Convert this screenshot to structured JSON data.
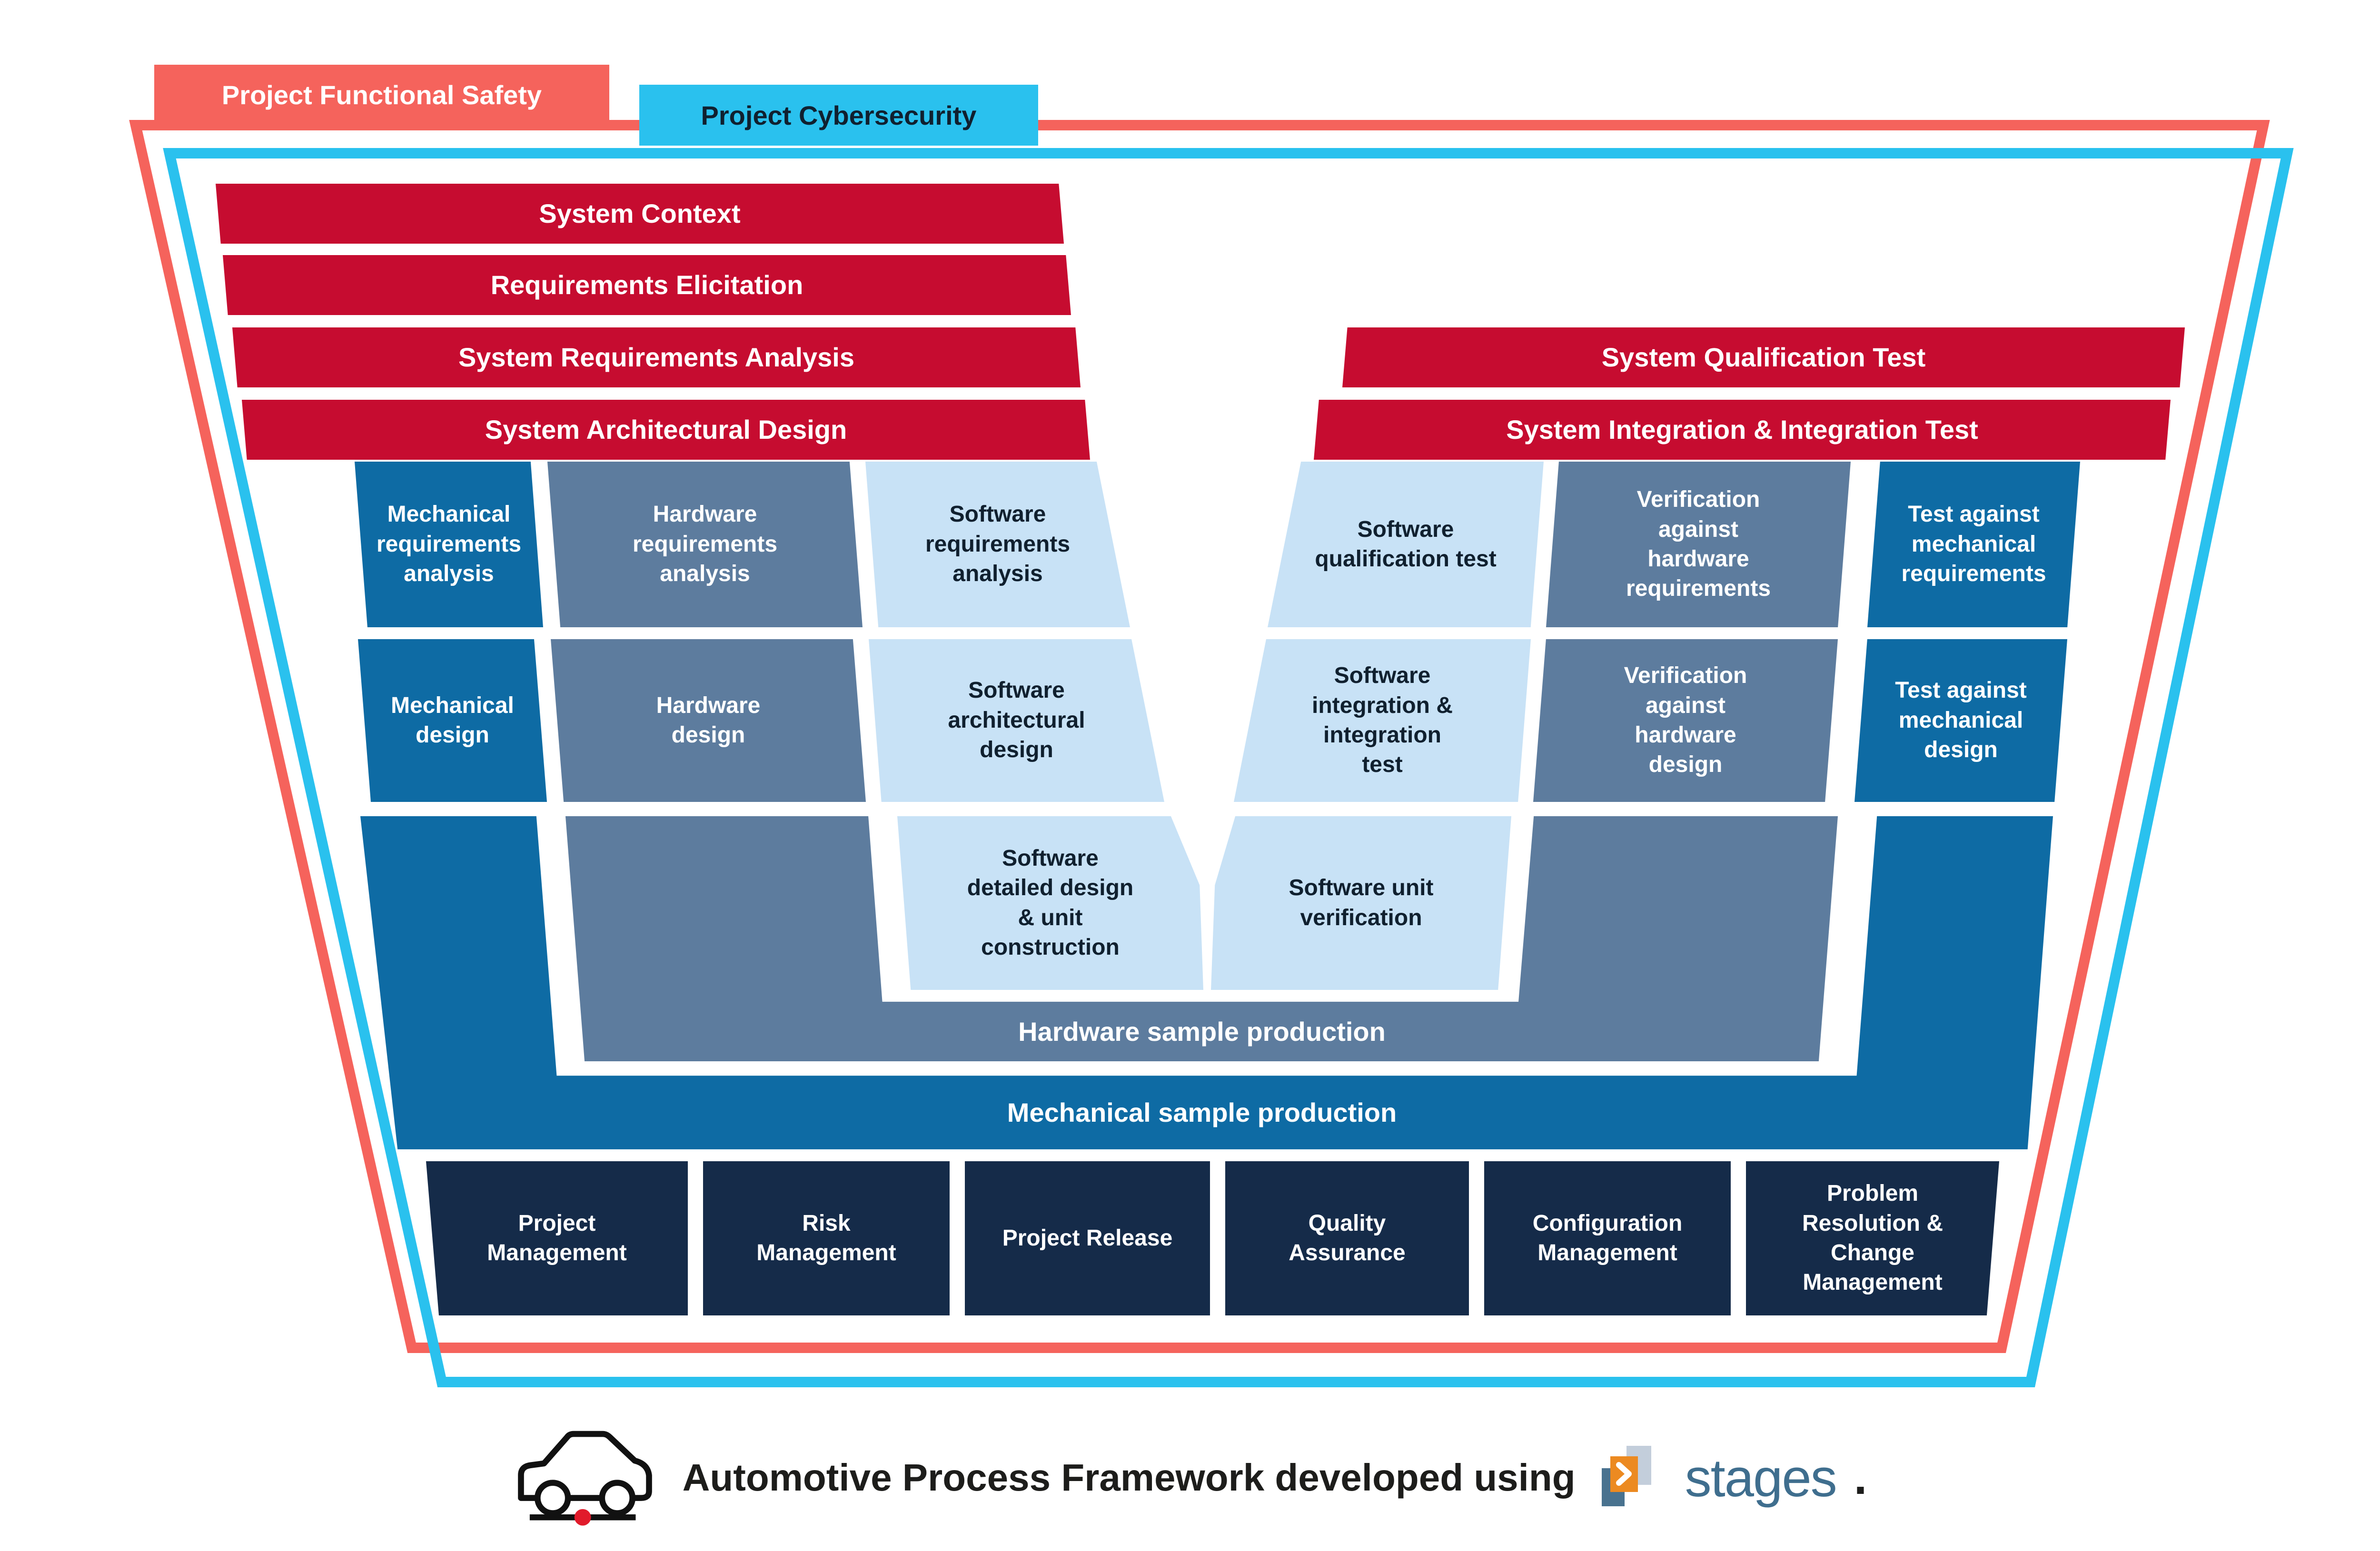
{
  "frame_labels": {
    "functional_safety": "Project Functional Safety",
    "cybersecurity": "Project Cybersecurity"
  },
  "bars": {
    "left": [
      "System Context",
      "Requirements Elicitation",
      "System Requirements Analysis",
      "System Architectural Design"
    ],
    "right": [
      "System Qualification Test",
      "System Integration & Integration Test"
    ]
  },
  "v_model": {
    "row1": {
      "left": [
        "Mechanical requirements analysis",
        "Hardware requirements analysis",
        "Software requirements analysis"
      ],
      "right": [
        "Software qualification test",
        "Verification against hardware requirements",
        "Test against mechanical requirements"
      ]
    },
    "row2": {
      "left": [
        "Mechanical design",
        "Hardware design",
        "Software architectural design"
      ],
      "right": [
        "Software integration & integration test",
        "Verification against hardware design",
        "Test against mechanical design"
      ]
    },
    "row3": {
      "left": "Software detailed design & unit construction",
      "right": "Software unit verification"
    },
    "bands": {
      "hardware": "Hardware sample production",
      "mechanical": "Mechanical sample production"
    }
  },
  "support_processes": [
    "Project Management",
    "Risk Management",
    "Project Release",
    "Quality Assurance",
    "Configuration Management",
    "Problem Resolution & Change Management"
  ],
  "footer": {
    "caption": "Automotive Process Framework developed using",
    "logo_text": "stages",
    "logo_period": "."
  },
  "icons": [
    "car-icon",
    "stages-logo-icon",
    "chevron-right-icon"
  ],
  "colors": {
    "functional_safety_frame": "#F5635C",
    "cybersecurity_frame": "#2AC1EE",
    "system_bar": "#C60C30",
    "mechanical": "#0E6BA4",
    "hardware": "#5D7C9E",
    "software": "#C8E2F6",
    "support": "#152B49",
    "software_text": "#10202F",
    "stages_blue": "#3F6E8E",
    "stages_orange": "#EC8A21",
    "red_dot": "#E11B2B"
  }
}
